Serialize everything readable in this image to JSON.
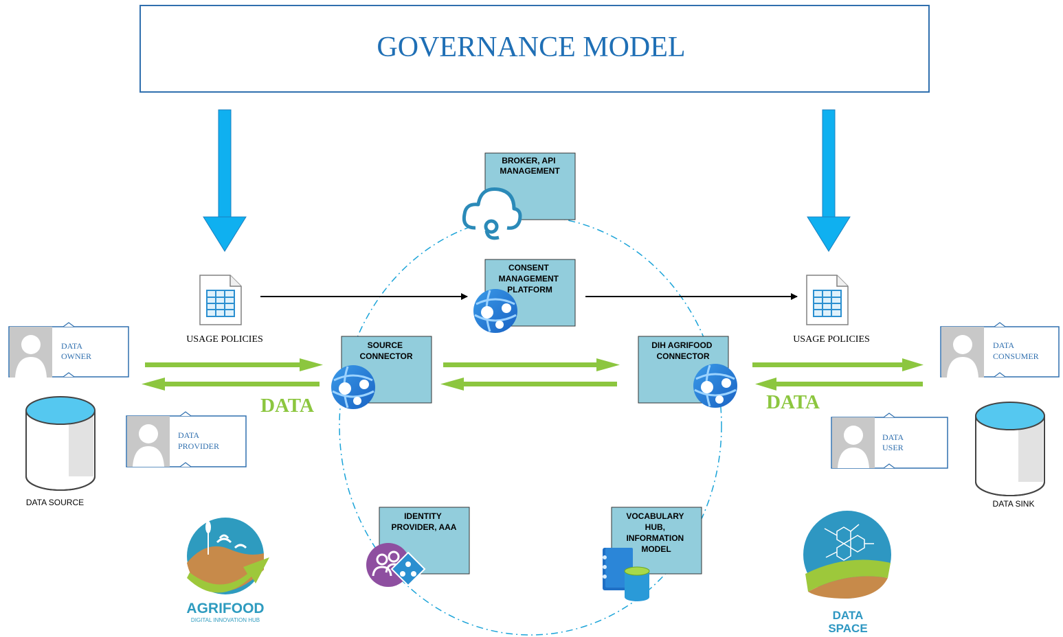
{
  "title": "GOVERNANCE MODEL",
  "colors": {
    "title_blue": "#1f6fb5",
    "arrow_blue": "#0fb0f0",
    "box_teal": "#92cddc",
    "data_green": "#8cc63f",
    "circle_dash": "#1aa3d8",
    "role_blue": "#2f6fae"
  },
  "usage_policies": {
    "left": "USAGE POLICIES",
    "right": "USAGE POLICIES"
  },
  "components": {
    "broker": [
      "BROKER, API",
      "MANAGEMENT"
    ],
    "consent": [
      "CONSENT",
      "MANAGEMENT",
      "PLATFORM"
    ],
    "source_connector": [
      "SOURCE",
      "CONNECTOR"
    ],
    "dih_connector": [
      "DIH AGRIFOOD",
      "CONNECTOR"
    ],
    "identity": [
      "IDENTITY",
      "PROVIDER, AAA"
    ],
    "vocabulary": [
      "VOCABULARY",
      "HUB,",
      "INFORMATION",
      "MODEL"
    ]
  },
  "roles": {
    "owner": [
      "DATA",
      "OWNER"
    ],
    "provider": [
      "DATA",
      "PROVIDER"
    ],
    "consumer": [
      "DATA",
      "CONSUMER"
    ],
    "user": [
      "DATA",
      "USER"
    ]
  },
  "data_labels": {
    "left": "DATA",
    "right": "DATA"
  },
  "storage": {
    "source": "DATA SOURCE",
    "sink": "DATA SINK"
  },
  "logos": {
    "agrifood": {
      "name": "AGRIFOOD",
      "tagline": "DIGITAL INNOVATION HUB"
    },
    "dataspace": {
      "line1": "DATA",
      "line2": "SPACE"
    }
  },
  "icons": [
    "user-silhouette-icon",
    "database-icon",
    "document-table-icon",
    "cloud-icon",
    "web-app-icon",
    "identity-icon",
    "vocabulary-book-icon"
  ]
}
